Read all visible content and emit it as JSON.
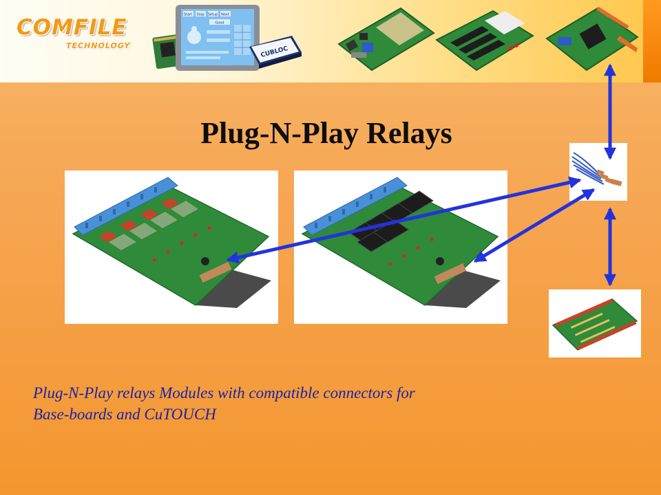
{
  "logo": {
    "brand": "COMFILE",
    "subtitle": "TECHNOLOGY"
  },
  "screen_text": {
    "buttons": [
      "Start",
      "Stop",
      "Setup",
      "Next"
    ],
    "status": "Good"
  },
  "cubloc_label": "CUBLOC",
  "title": "Plug-N-Play Relays",
  "caption": {
    "line1": "Plug-N-Play relays Modules with compatible connectors for",
    "line2": "Base-boards and CuTOUCH"
  },
  "colors": {
    "arrow": "#2233dd",
    "title": "#0d0d0d",
    "caption": "#1a22a8",
    "board_green": "#2f8a3a",
    "terminal_blue": "#4a90d9",
    "relay_red": "#c8422a",
    "relay_green": "#86a77a"
  }
}
